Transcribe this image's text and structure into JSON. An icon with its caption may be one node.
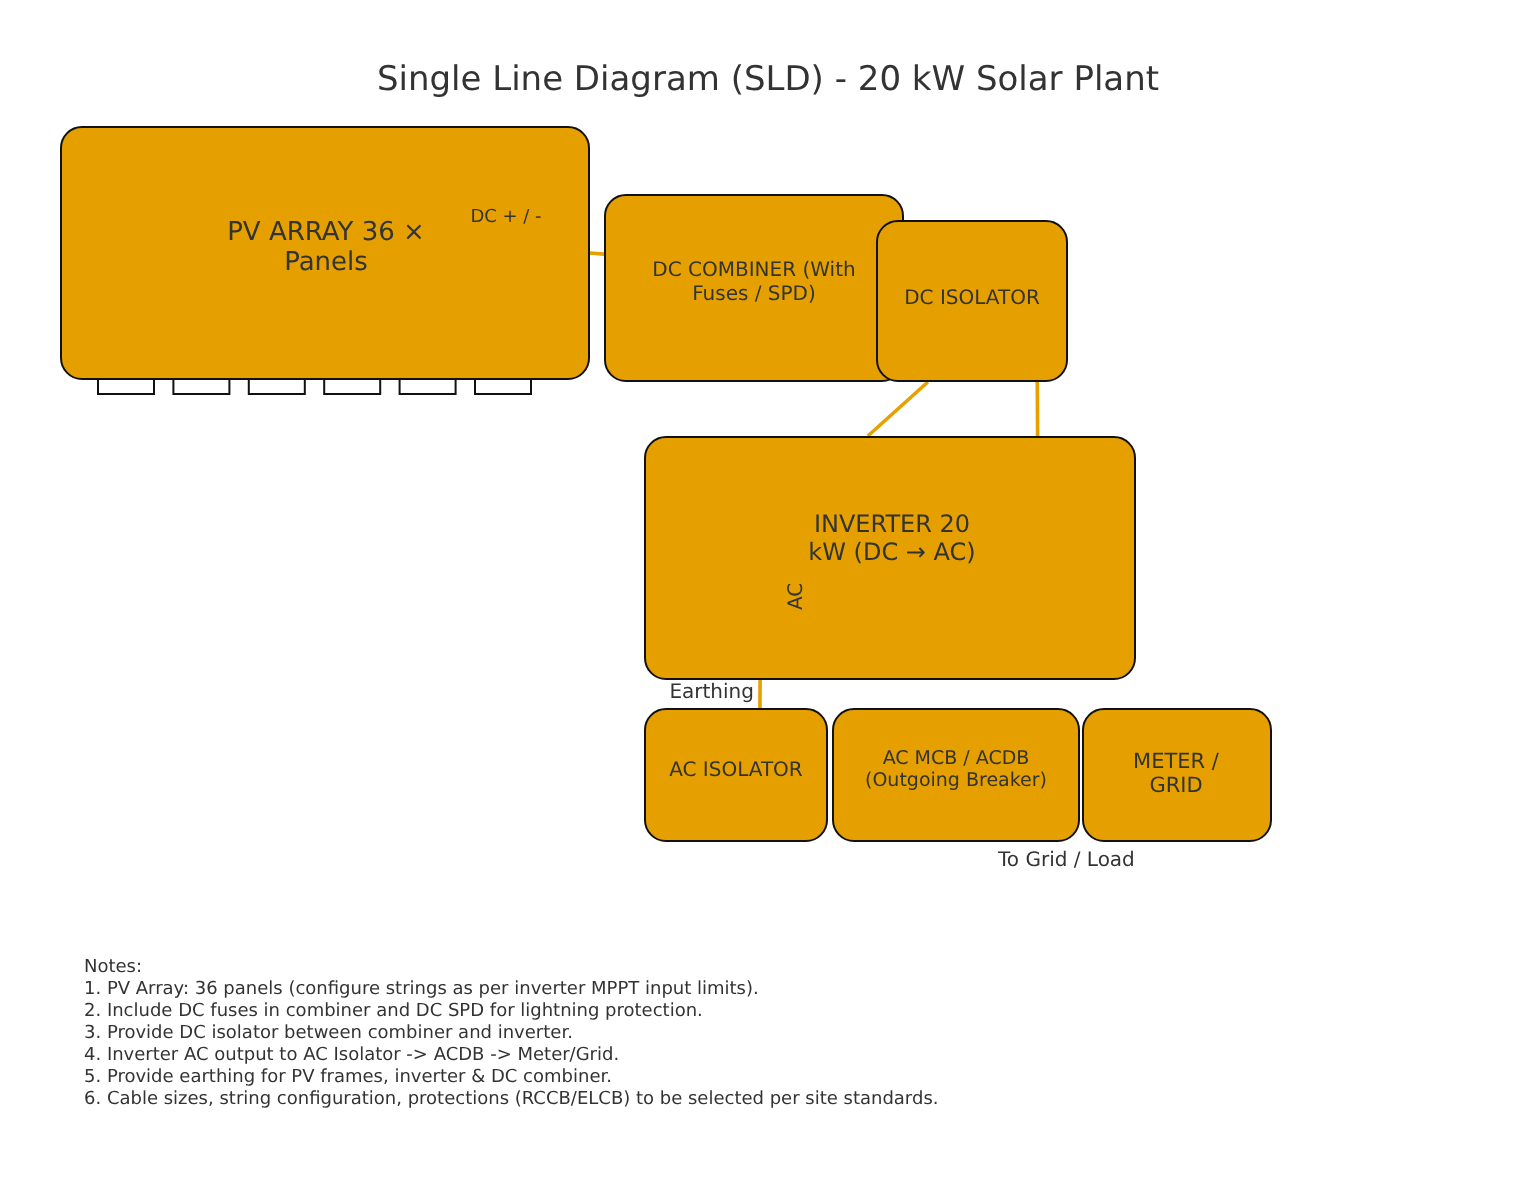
{
  "diagram": {
    "title": "Single Line Diagram (SLD) - 20 kW Solar Plant",
    "nodes": [
      {
        "text": [
          "PV ARRAY 36 × Panels",
          "DC + / -"
        ]
      },
      {
        "text": [
          "DC COMBINER (With Fuses / SPD)"
        ]
      },
      {
        "text": [
          "DC ISOLATOR"
        ]
      },
      {
        "text": [
          "INVERTER 20 kW (DC → AC)"
        ]
      },
      {
        "text": [
          "AC ISOLATOR"
        ]
      },
      {
        "text": [
          "AC MCB / ACDB (Outgoing Breaker)"
        ]
      },
      {
        "text": [
          "METER / GRID"
        ]
      }
    ],
    "edges": [
      {
        "from": 0,
        "to": 1,
        "arrow": "none"
      },
      {
        "from": 2,
        "to": 3,
        "arrow": "none"
      },
      {
        "from": 2,
        "to": 3,
        "arrow": "none"
      },
      {
        "from": 3,
        "to": 4,
        "arrow": "none",
        "label": "Earthing"
      }
    ],
    "labels": [
      "AC",
      "To Grid / Load",
      "Notes:",
      "1. PV Array: 36 panels (configure strings as per inverter MPPT input limits).",
      "2. Include DC fuses in combiner and DC SPD for lightning protection.",
      "3. Provide DC isolator between combiner and inverter.",
      "4. Inverter AC output to AC Isolator -> ACDB -> Meter/Grid.",
      "5. Provide earthing for PV frames, inverter & DC combiner.",
      "6. Cable sizes, string configuration, protections (RCCB/ELCB) to be selected per site standards."
    ]
  }
}
